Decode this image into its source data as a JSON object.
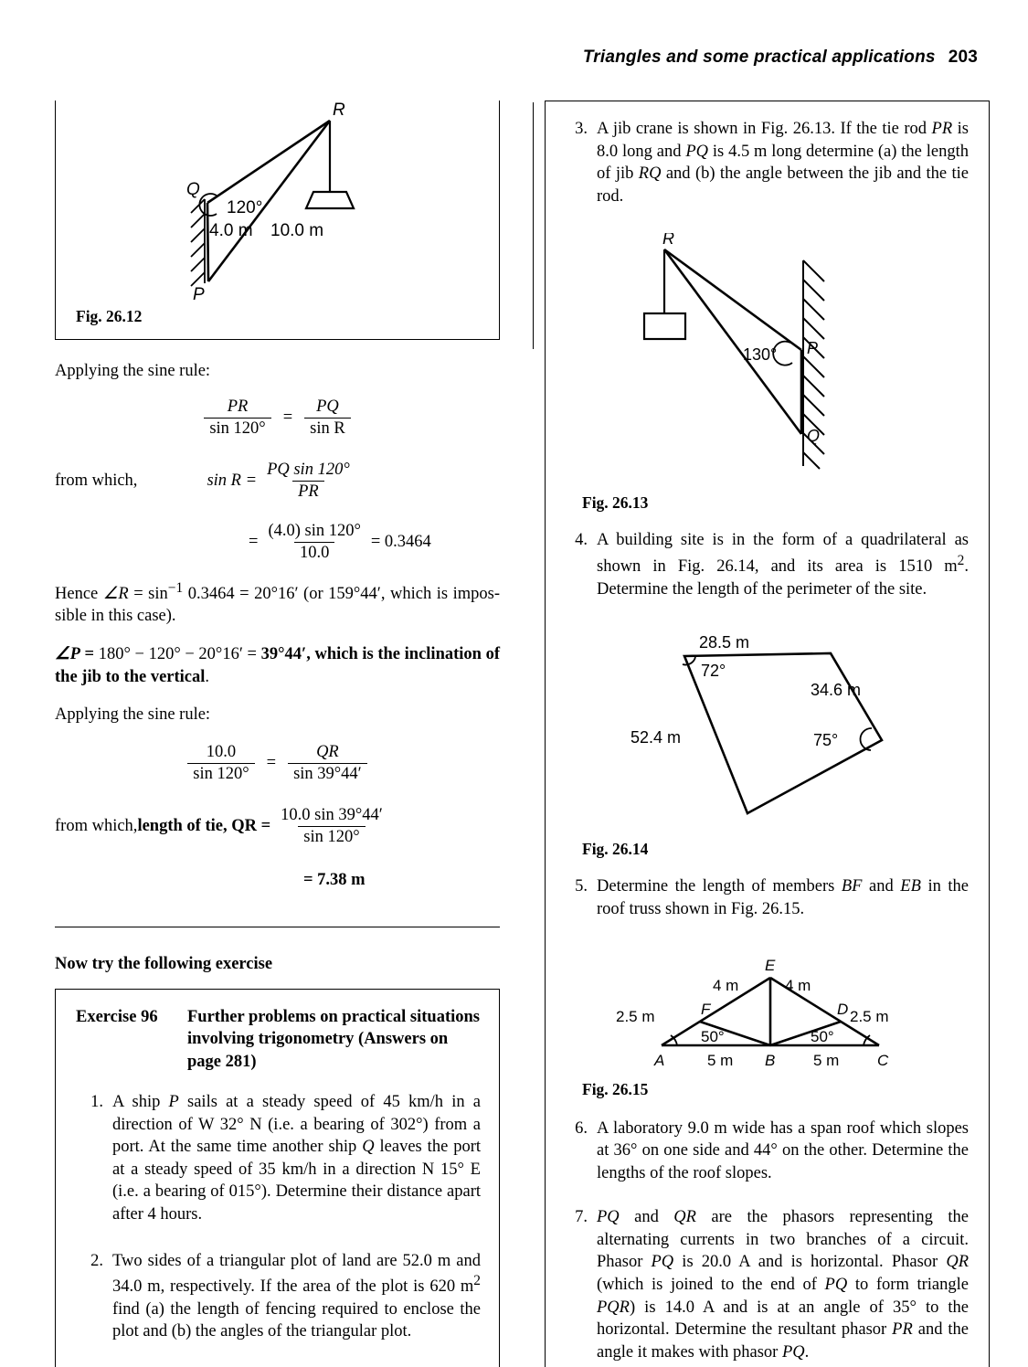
{
  "header": {
    "chapter_title": "Triangles and some practical applications",
    "page_number": "203"
  },
  "figures": {
    "fig_26_12": {
      "caption": "Fig. 26.12",
      "labels": {
        "R": "R",
        "Q": "Q",
        "P": "P"
      },
      "angle": "120°",
      "side_PQ": "4.0 m",
      "side_PR": "10.0 m"
    },
    "fig_26_13": {
      "caption": "Fig. 26.13",
      "labels": {
        "R": "R",
        "P": "P",
        "Q": "Q"
      },
      "angle": "130°"
    },
    "fig_26_14": {
      "caption": "Fig. 26.14",
      "top_side": "28.5 m",
      "right_side": "34.6 m",
      "left_side": "52.4 m",
      "angle_top": "72°",
      "angle_right": "75°"
    },
    "fig_26_15": {
      "caption": "Fig. 26.15",
      "labels": {
        "A": "A",
        "B": "B",
        "C": "C",
        "D": "D",
        "E": "E",
        "F": "F"
      },
      "left_rafter": "4 m",
      "right_rafter": "4 m",
      "left_lower": "2.5 m",
      "right_lower": "2.5 m",
      "base_left": "5 m",
      "base_right": "5 m",
      "angle_A": "50°",
      "angle_C": "50°"
    }
  },
  "worked_solution": {
    "line_applying_1": "Applying the sine rule:",
    "eq1": {
      "num1": "PR",
      "den1": "sin 120°",
      "equals": "=",
      "num2": "PQ",
      "den2": "sin R"
    },
    "line_from_which_1": "from which,",
    "eq2": {
      "lhs": "sin R =",
      "num": "PQ sin 120°",
      "den": "PR"
    },
    "eq3": {
      "equals": "=",
      "num": "(4.0) sin 120°",
      "den": "10.0",
      "result": "= 0.3464"
    },
    "hence_line": "Hence ∠R = sin−1 0.3464 = 20°16′ (or 159°44′, which is impossible in this case).",
    "angle_P_line_plain": "∠P = 180° − 120° − 20°16′ = ",
    "angle_P_line_bold": "39°44′, which is the inclination of the jib to the vertical",
    "angle_P_line_end": ".",
    "line_applying_2": "Applying the sine rule:",
    "eq4": {
      "num1": "10.0",
      "den1": "sin 120°",
      "equals": "=",
      "num2": "QR",
      "den2": "sin 39°44′"
    },
    "line_from_which_2_plain": "from which, ",
    "line_from_which_2_bold": "length of tie, QR =",
    "eq5": {
      "num": "10.0 sin 39°44′",
      "den": "sin 120°"
    },
    "final_answer": "= 7.38 m"
  },
  "now_try": "Now try the following exercise",
  "exercise": {
    "number_label": "Exercise 96",
    "title": "Further problems on practical situations involving trigonometry (Answers on page 281)",
    "questions": [
      {
        "n": "1.",
        "text": "A ship P sails at a steady speed of 45 km/h in a direction of W 32° N (i.e. a bearing of 302°) from a port. At the same time another ship Q leaves the port at a steady speed of 35 km/h in a direction N 15° E (i.e. a bearing of 015°). Determine their distance apart after 4 hours."
      },
      {
        "n": "2.",
        "text": "Two sides of a triangular plot of land are 52.0 m and 34.0 m, respectively. If the area of the plot is 620 m2 find (a) the length of fencing required to enclose the plot and (b) the angles of the triangular plot."
      },
      {
        "n": "3.",
        "text": "A jib crane is shown in Fig. 26.13. If the tie rod PR is 8.0 long and PQ is 4.5 m long determine (a) the length of jib RQ and (b) the angle between the jib and the tie rod."
      },
      {
        "n": "4.",
        "text": "A building site is in the form of a quadrilateral as shown in Fig. 26.14, and its area is 1510 m2. Determine the length of the perimeter of the site."
      },
      {
        "n": "5.",
        "text": "Determine the length of members BF and EB in the roof truss shown in Fig. 26.15."
      },
      {
        "n": "6.",
        "text": "A laboratory 9.0 m wide has a span roof which slopes at 36° on one side and 44° on the other. Determine the lengths of the roof slopes."
      },
      {
        "n": "7.",
        "text": "PQ and QR are the phasors representing the alternating currents in two branches of a circuit. Phasor PQ is 20.0 A and is horizontal. Phasor QR (which is joined to the end of PQ to form triangle PQR) is 14.0 A and is at an angle of 35° to the horizontal. Determine the resultant phasor PR and the angle it makes with phasor PQ."
      }
    ]
  }
}
